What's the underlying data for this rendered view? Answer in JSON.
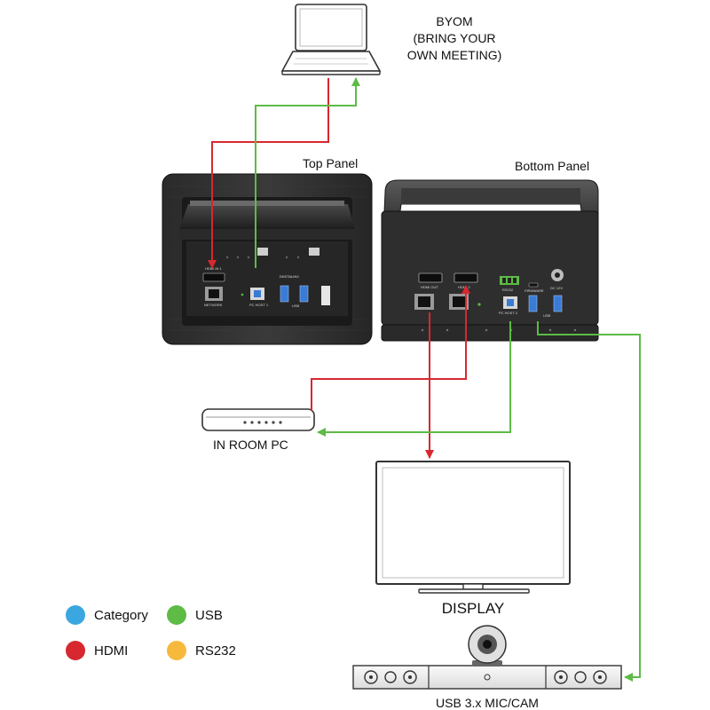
{
  "labels": {
    "byom_line1": "BYOM",
    "byom_line2": "(BRING YOUR",
    "byom_line3": "OWN MEETING)",
    "top_panel": "Top Panel",
    "bottom_panel": "Bottom Panel",
    "in_room_pc": "IN ROOM PC",
    "display": "DISPLAY",
    "mic_cam": "USB 3.x MIC/CAM"
  },
  "top_panel_ports": {
    "brand": "DIGITALINX",
    "hdmi_in": "HDMI IN 1",
    "network": "NETWORK",
    "usb_host": "PC HOST 1",
    "usb": "USB"
  },
  "bottom_panel_ports": {
    "hdmi_out": "HDMI OUT",
    "hdmi_in2": "HDMI 2",
    "rs232": "RS232",
    "pc_host2": "PC HOST 2",
    "firmware": "FIRMWARE",
    "dc": "DC 12V",
    "usb": "USB"
  },
  "legend": [
    {
      "label": "Category",
      "color": "#3aa7e0"
    },
    {
      "label": "USB",
      "color": "#5dbb46"
    },
    {
      "label": "HDMI",
      "color": "#d7282f"
    },
    {
      "label": "RS232",
      "color": "#f6b93b"
    }
  ],
  "colors": {
    "hdmi": "#d7282f",
    "usb": "#5dbb46"
  }
}
